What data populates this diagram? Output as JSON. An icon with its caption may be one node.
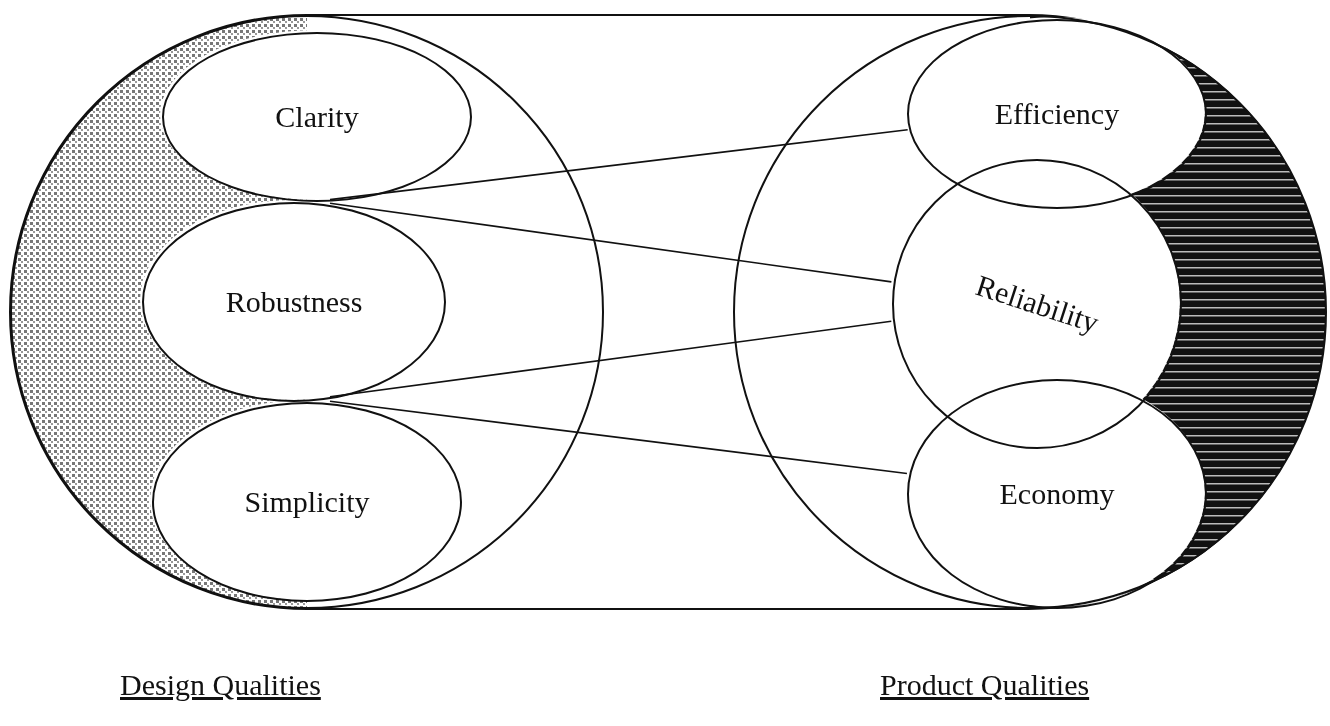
{
  "diagram": {
    "nodes": [
      {
        "text": [],
        "shape": "circle"
      },
      {
        "text": [
          "Clarity"
        ],
        "in": 0
      },
      {
        "text": [
          "Robustness"
        ],
        "in": 0
      },
      {
        "text": [
          "Simplicity"
        ],
        "in": 0
      },
      {
        "text": [],
        "shape": "circle"
      },
      {
        "text": [
          "Efficiency"
        ],
        "in": 4
      },
      {
        "text": [
          "Reliability"
        ],
        "in": 4
      },
      {
        "text": [
          "Economy"
        ],
        "in": 4
      }
    ],
    "edges": [
      {
        "from": 1,
        "to": 5,
        "arrow": "none"
      },
      {
        "from": 2,
        "to": 6,
        "arrow": "none"
      },
      {
        "from": 2,
        "to": 6,
        "arrow": "none"
      },
      {
        "from": 3,
        "to": 7,
        "arrow": "none"
      }
    ],
    "labels": [
      "Design Qualities",
      "Product Qualities"
    ]
  }
}
